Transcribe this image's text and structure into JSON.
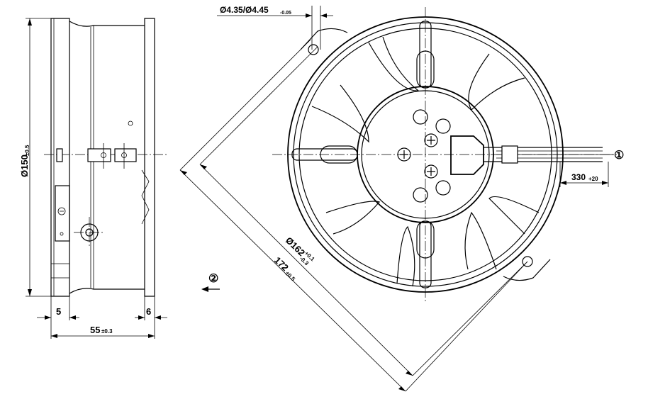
{
  "dimensions": {
    "diameter_150": "Ø150",
    "diameter_150_tol": "±0.5",
    "hole": "Ø4.35/Ø4.45",
    "hole_tol": "-0.05",
    "cable_length": "330",
    "cable_length_tol": "+20",
    "depth_55": "55",
    "depth_55_tol": "±0.3",
    "offset_5": "5",
    "offset_6": "6",
    "diameter_162": "Ø162",
    "diameter_162_tol_upper": "+0.1",
    "diameter_162_tol_lower": "-0.3",
    "diag_172": "172",
    "diag_172_tol": "±0.5"
  },
  "callouts": {
    "callout_1": "①",
    "callout_2": "②"
  },
  "colors": {
    "line": "#000000",
    "background": "#ffffff"
  }
}
